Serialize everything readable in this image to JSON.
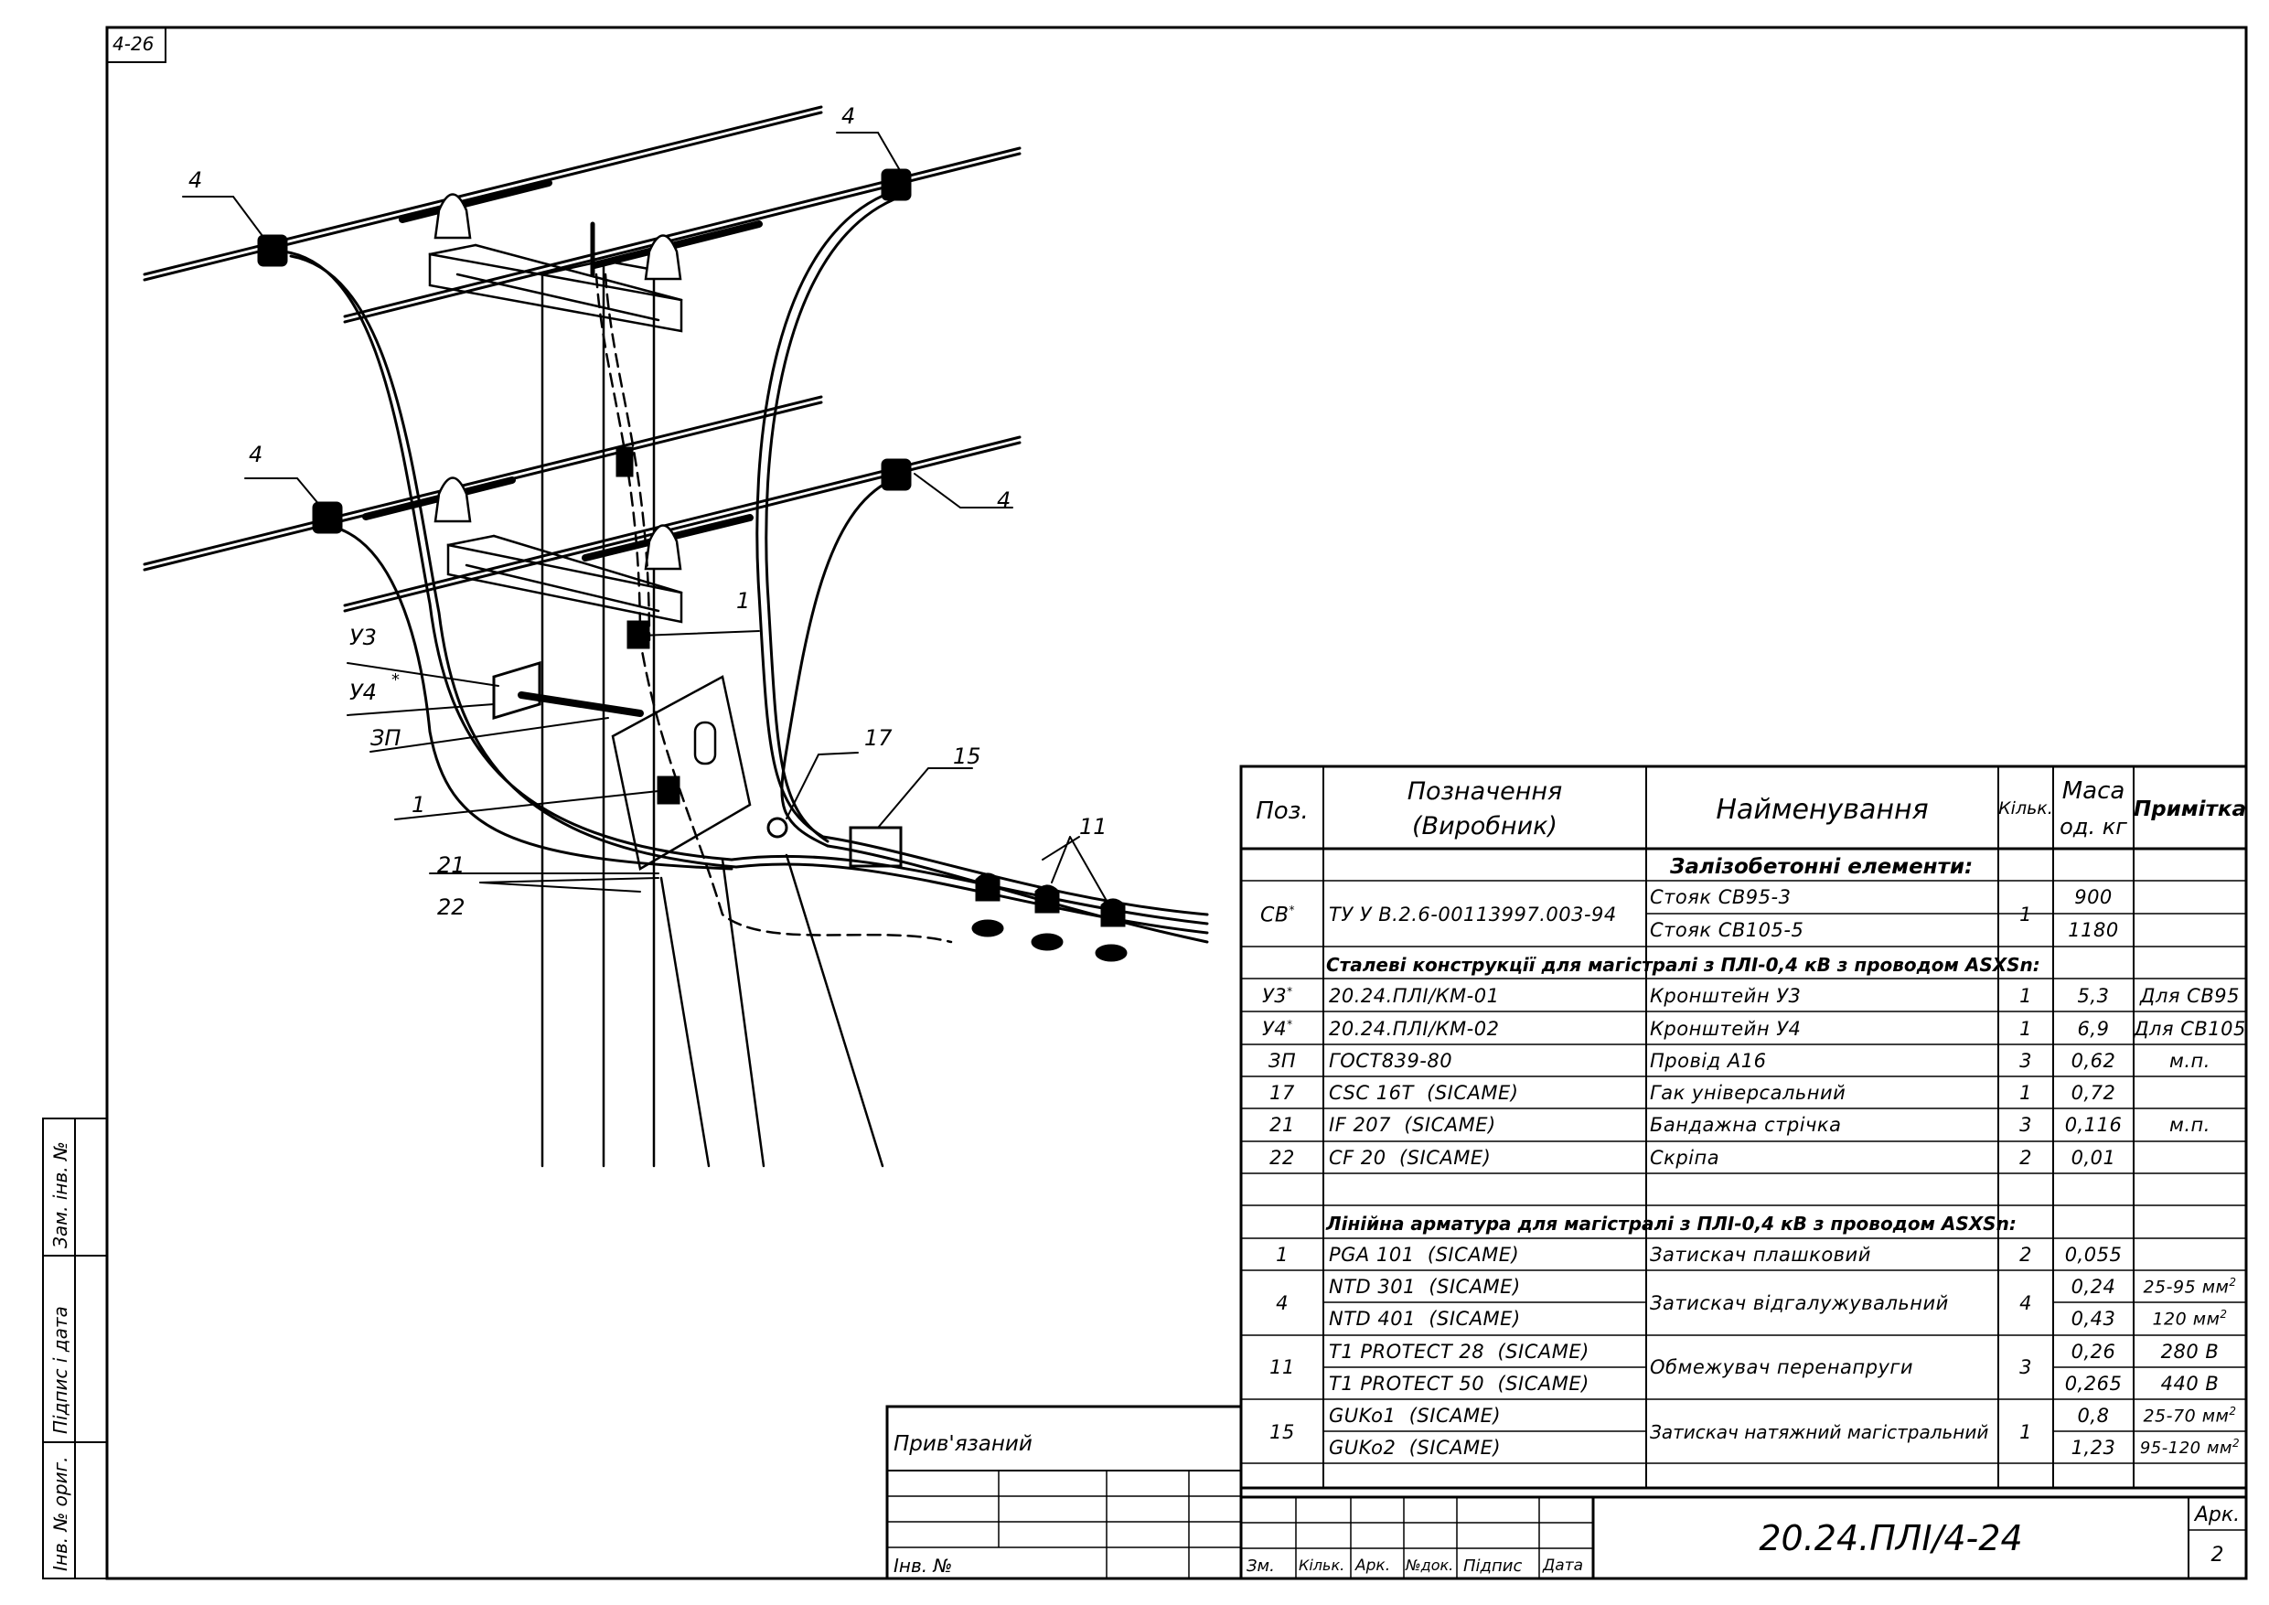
{
  "sheet": {
    "corner_code": "4-26",
    "side_stamp": [
      "Інв. № ориг.",
      "Підпис і дата",
      "Зам. інв. №"
    ]
  },
  "callouts": {
    "c4_tl": "4",
    "c4_tr": "4",
    "c4_ml": "4",
    "c4_mr": "4",
    "c1_upper": "1",
    "c1_lower": "1",
    "u3": "У3",
    "u4": "У4",
    "u4_star": "*",
    "zp": "ЗП",
    "c17": "17",
    "c15": "15",
    "c11": "11",
    "c21": "21",
    "c22": "22"
  },
  "spec": {
    "header": {
      "pos": "Поз.",
      "designation_line1": "Позначення",
      "designation_line2": "(Виробник)",
      "name": "Найменування",
      "qty": "Кільк.",
      "mass_line1": "Маса",
      "mass_line2": "од. кг",
      "note": "Примітка"
    },
    "sections": {
      "concrete": "Залізобетонні елементи:",
      "steel": "Сталеві конструкції для магістралі з ПЛІ-0,4 кВ з проводом ASXSn:",
      "linear": "Лінійна арматура для магістралі з ПЛІ-0,4 кВ з проводом ASXSn:"
    },
    "rows": {
      "cv_pos": "СВ",
      "cv_star": "*",
      "cv_des": "ТУ У В.2.6-00113997.003-94",
      "cv_name1": "Стояк СВ95-3",
      "cv_name2": "Стояк СВ105-5",
      "cv_qty": "1",
      "cv_mass1": "900",
      "cv_mass2": "1180",
      "u3_pos": "У3",
      "u3_star": "*",
      "u3_des": "20.24.ПЛІ/КМ-01",
      "u3_name": "Кронштейн У3",
      "u3_qty": "1",
      "u3_mass": "5,3",
      "u3_note": "Для СВ95",
      "u4_pos": "У4",
      "u4_star": "*",
      "u4_des": "20.24.ПЛІ/КМ-02",
      "u4_name": "Кронштейн У4",
      "u4_qty": "1",
      "u4_mass": "6,9",
      "u4_note": "Для СВ105",
      "zp_pos": "ЗП",
      "zp_des": "ГОСТ839-80",
      "zp_name": "Провід А16",
      "zp_qty": "3",
      "zp_mass": "0,62",
      "zp_note": "м.п.",
      "r17_pos": "17",
      "r17_des": "CSC 16T  (SICAME)",
      "r17_name": "Гак універсальний",
      "r17_qty": "1",
      "r17_mass": "0,72",
      "r21_pos": "21",
      "r21_des": "IF 207  (SICAME)",
      "r21_name": "Бандажна стрічка",
      "r21_qty": "3",
      "r21_mass": "0,116",
      "r21_note": "м.п.",
      "r22_pos": "22",
      "r22_des": "CF 20  (SICAME)",
      "r22_name": "Скріпа",
      "r22_qty": "2",
      "r22_mass": "0,01",
      "r1_pos": "1",
      "r1_des": "PGA 101  (SICAME)",
      "r1_name": "Затискач плашковий",
      "r1_qty": "2",
      "r1_mass": "0,055",
      "r4_pos": "4",
      "r4_des1": "NTD 301  (SICAME)",
      "r4_des2": "NTD 401  (SICAME)",
      "r4_name": "Затискач відгалужувальний",
      "r4_qty": "4",
      "r4_mass1": "0,24",
      "r4_mass2": "0,43",
      "r4_note1": "25-95 мм",
      "r4_note2": "120 мм",
      "r11_pos": "11",
      "r11_des1": "T1 PROTECT 28  (SICAME)",
      "r11_des2": "T1 PROTECT 50  (SICAME)",
      "r11_name": "Обмежувач перенапруги",
      "r11_qty": "3",
      "r11_mass1": "0,26",
      "r11_mass2": "0,265",
      "r11_note1": "280 В",
      "r11_note2": "440 В",
      "r15_pos": "15",
      "r15_des1": "GUKo1  (SICAME)",
      "r15_des2": "GUKo2  (SICAME)",
      "r15_name": "Затискач натяжний магістральний",
      "r15_qty": "1",
      "r15_mass1": "0,8",
      "r15_mass2": "1,23",
      "r15_note1": "25-70 мм",
      "r15_note2": "95-120 мм",
      "sq": "2"
    }
  },
  "titleblock": {
    "privyazaniy": "Прив'язаний",
    "inv_no": "Інв. №",
    "cols": [
      "Зм.",
      "Кільк.",
      "Арк.",
      "№док.",
      "Підпис",
      "Дата"
    ],
    "doc_number": "20.24.ПЛІ/4-24",
    "sheet_label": "Арк.",
    "sheet_no": "2"
  }
}
